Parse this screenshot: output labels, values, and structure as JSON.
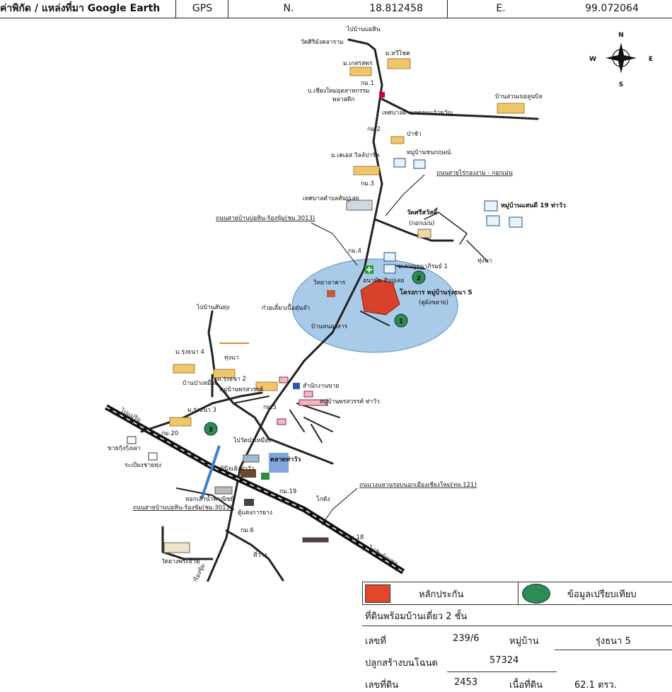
{
  "header": {
    "title": "ค่าพิกัด / แหล่งที่มา Google Earth",
    "gps": "GPS",
    "n_label": "N.",
    "n_value": "18.812458",
    "e_label": "E.",
    "e_value": "99.072064"
  },
  "compass": {
    "n": "N",
    "s": "S",
    "e": "E",
    "w": "W"
  },
  "map_labels": {
    "to_bokhin": "ไปบ้านบ่อหิน",
    "wat_siri": "วัดศิริมังคลาราม",
    "m_thawichok": "ม.ทวีโชค",
    "m_kaesorn": "ม.เกสรสพร",
    "km1": "กม.1",
    "factory": "บ.เชียงใหม่อุตสาหกรรม",
    "plastic": "พลาสติก",
    "suan_ban": "บ้านสวนเบอลูนบิล",
    "tessaban_dong": "เทศบาลตำบลดอนแก้วขวัญ",
    "km2": "กม.2",
    "pamai": "ป่าช้า",
    "m_kaeo_villa": "ม.เคเอส วิลล์ปาร์ค",
    "m_chonkrit": "หมู่บ้านชนกฤษณ์",
    "road_toko": "ถนนสายไร่กองงาม - กอกเม่น",
    "km3": "กม.3",
    "tessaban_sanpuloei": "เทศบาลตำบลสันปูเลย",
    "road_bokhin_top": "ถนนสายบ้านบ่อหิน-ร้องขุ้ม(ชม.3013)",
    "wat_sriwat": "วัดศรีสวัสดิ์",
    "kok_mean": "(กอกเม่น)",
    "m_saendee": "หมู่บ้านแสนดี 19 ท่าวัว",
    "km4": "กม.4",
    "m_kanjana": "ม.กาญจนาภิรมย์ 1",
    "anamai": "อนามัย สันปูเลย",
    "thung_na_r": "ทุ่งนา",
    "witthaya": "วิทยาลาคาร",
    "project": "โครงการ หมู่บ้านรุ่งธนา 5",
    "project_sub": "(ดูผังขยาย)",
    "to_santhung": "ไปบ้านสันทุ่ง",
    "huai_kiao": "ก๋วยเตี๋ยวเนื้อตุ๋นลำ",
    "ban_nong": "บ้านหนองสาร",
    "m_rungtana4": "ม.รุ่งธนา 4",
    "thung_na_l": "ทุ่งนา",
    "m_rungtana2": "ม.รุ่งธนา 2",
    "ban_pa": "บ้านป่าเหมือง",
    "m_prasit": "หมู่บ้านพรสวรรค์",
    "office_land": "สำนักงานขาย",
    "m_pornsawan": "หมู่บ้านพรสวรรค์ ท่าวัว",
    "to_mae_rim": "ไปแม่ริม",
    "m_rungtana3": "ม.รุ่งธนา 3",
    "km5": "กม.5",
    "km20": "กม.20",
    "to_ban_pa": "ไปวัดป่าเหมือง",
    "shop_kung": "ขายกุ้งกุ้งเผา",
    "shop_kai": "ระเบียงชายทุ่ง",
    "market": "ตลาดท่าวัว",
    "phinij": "พินิจเฮ้งท่าวัว",
    "km19": "กม.19",
    "kokong": "โกดัง",
    "ring_road": "ถนนวงแหวนรอบนอกเมืองเชียงใหม่(ทล.121)",
    "road_bokhin_bottom": "ถนนสายบ้านบ่อหิน-ร้องขุ้ม(ชม.3013)",
    "store_rim": "หอกเล้าน้ำพาณิชย์",
    "saraburi": "ตู้แดงการยาง",
    "km6": "กม.6",
    "km18": "กม.18",
    "to_hang_dong": "ไปสันกำแพง",
    "wat_phra": "วัดยางพระธาตุ",
    "thiwa": "ที่ว่าง",
    "to_bokhin_bottom": "ไปร้องขุ้ม",
    "pin1": "1",
    "pin2": "2",
    "pin3": "3"
  },
  "legend": {
    "collateral": "หลักประกัน",
    "comparison": "ข้อมูลเปรียบเทียบ",
    "collateral_color": "#e0472b",
    "comparison_color": "#2e8b57"
  },
  "property": {
    "type": "ที่ดินพร้อมบ้านเดี่ยว 2 ชั้น",
    "no_label": "เลขที่",
    "no_value": "239/6",
    "village_label": "หมู่บ้าน",
    "village_value": "รุ่งธนา 5",
    "title_deed_label": "ปลูกสร้างบนโฉนด",
    "title_deed_value": "57324",
    "land_no_label": "เลขที่ดิน",
    "land_no_value": "2453",
    "area_label": "เนื้อที่ดิน",
    "area_value": "62.1 ตรว."
  }
}
